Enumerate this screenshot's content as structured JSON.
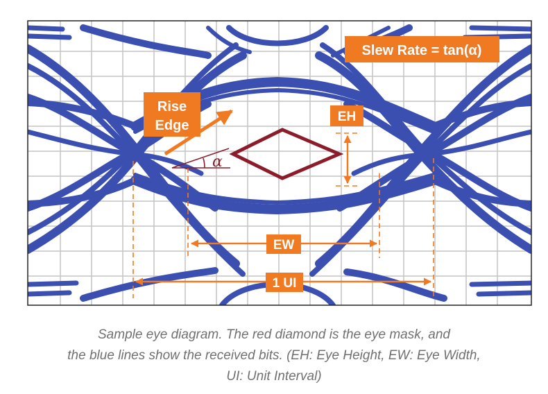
{
  "labels": {
    "slew_rate": "Slew Rate = tan(α)",
    "rise_edge_line1": "Rise",
    "rise_edge_line2": "Edge",
    "eye_height": "EH",
    "alpha": "α",
    "eye_width": "EW",
    "unit_interval": "1 UI"
  },
  "caption": {
    "line1": "Sample eye diagram. The red diamond is the eye mask, and",
    "line2": "the blue lines show the received bits. (EH: Eye Height, EW: Eye Width,",
    "line3": "UI: Unit Interval)"
  },
  "colors": {
    "trace": "#3a4fb0",
    "mask": "#8c1c2a",
    "annotation": "#f07a22",
    "grid": "#c4c4c4",
    "border": "#222222"
  }
}
